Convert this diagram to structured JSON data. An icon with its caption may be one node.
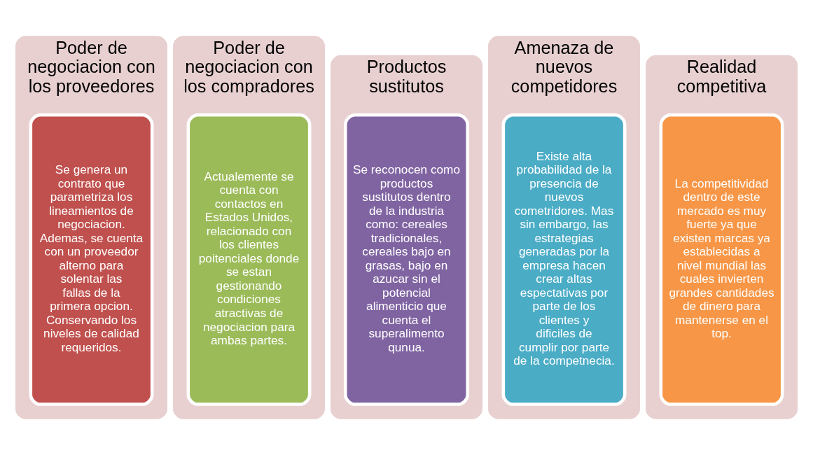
{
  "diagram": {
    "nodes": [
      {
        "text": [
          "Poder de negociacion con los proveedores"
        ]
      },
      {
        "text": [
          "Se genera un contrato que parametriza los lineamientos de negociacion. Ademas, se cuenta con un proveedor alterno para solentar las fallas de la primera opcion. Conservando los niveles de calidad requeridos."
        ],
        "in": 0
      },
      {
        "text": [
          "Poder de negociacion con los compradores"
        ]
      },
      {
        "text": [
          "Actualemente se cuenta con contactos en Estados Unidos, relacionado con los clientes poitenciales donde se estan gestionando condiciones atractivas de negociacion para ambas partes."
        ],
        "in": 2
      },
      {
        "text": [
          "Productos sustitutos"
        ]
      },
      {
        "text": [
          "Se reconocen como productos sustitutos dentro de la industria como: cereales tradicionales, cereales bajo en grasas, bajo en azucar sin el potencial alimenticio que cuenta el superalimento qunua."
        ],
        "in": 4
      },
      {
        "text": [
          "Amenaza de nuevos competidores"
        ]
      },
      {
        "text": [
          "Existe alta probabilidad de la presencia de nuevos cometridores. Mas sin embargo, las estrategias generadas por la empresa hacen crear altas espectativas por parte de los clientes y dificiles de cumplir por parte de la competnecia."
        ],
        "in": 6
      },
      {
        "text": [
          "Realidad competitiva"
        ]
      },
      {
        "text": [
          "La competitividad dentro de este mercado es muy fuerte ya que existen marcas ya establecidas a nivel mundial las cuales invierten grandes cantidades de dinero para mantenerse en el top."
        ],
        "in": 8
      }
    ],
    "edges": []
  }
}
